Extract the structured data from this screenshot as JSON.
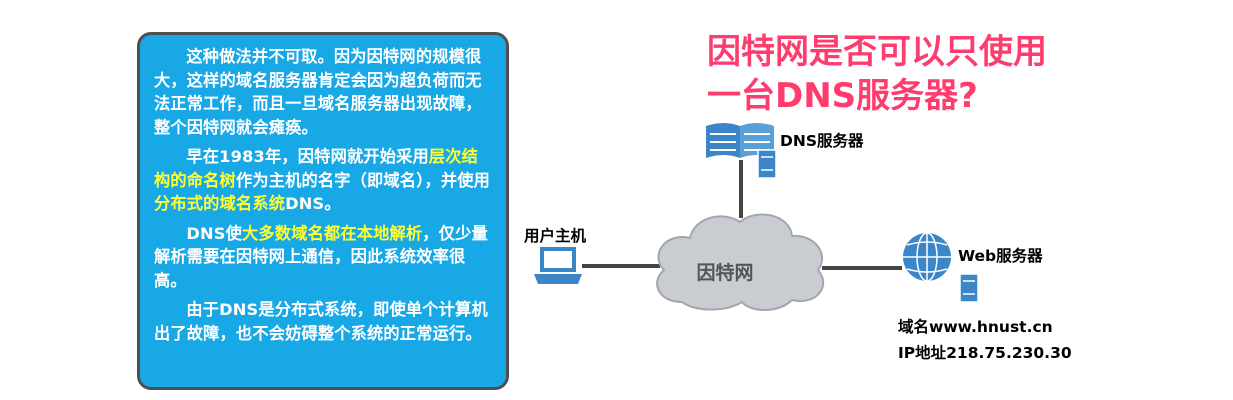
{
  "panel": {
    "para1": "这种做法并不可取。因为因特网的规模很大，这样的域名服务器肯定会因为超负荷而无法正常工作，而且一旦域名服务器出现故障，整个因特网就会瘫痪。",
    "para2_a": "早在1983年，因特网就开始采用",
    "para2_hl1": "层次结构的命名树",
    "para2_b": "作为主机的名字（即域名），并使用",
    "para2_hl2": "分布式的域名系统",
    "para2_c": "DNS。",
    "para3_a": "DNS使",
    "para3_hl": "大多数域名都在本地解析",
    "para3_b": "，仅少量解析需要在因特网上通信，因此系统效率很高。",
    "para4": "由于DNS是分布式系统，即使单个计算机出了故障，也不会妨碍整个系统的正常运行。"
  },
  "title": {
    "line1": "因特网是否可以只使用",
    "line2": "一台DNS服务器?"
  },
  "diagram": {
    "dns_server_label": "DNS服务器",
    "user_host_label": "用户主机",
    "cloud_label": "因特网",
    "web_server_label": "Web服务器",
    "domain_text": "域名www.hnust.cn",
    "ip_text": "IP地址218.75.230.30"
  },
  "colors": {
    "panel_bg": "#19a8e6",
    "highlight": "#ffff33",
    "title": "#ff3c6e",
    "icon_blue": "#3a86c8"
  }
}
